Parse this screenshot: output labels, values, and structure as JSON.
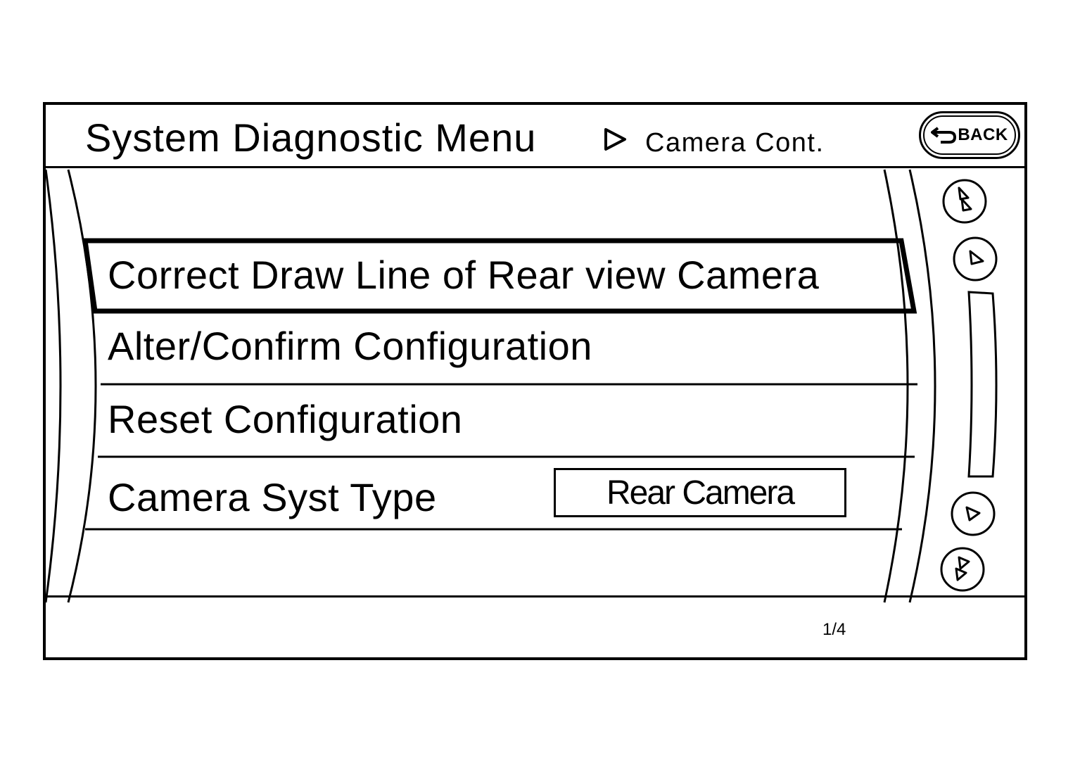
{
  "header": {
    "title": "System Diagnostic Menu",
    "subtitle": "Camera Cont.",
    "back_label": "BACK"
  },
  "menu": {
    "items": [
      {
        "label": "Correct Draw Line of Rear view Camera",
        "selected": true
      },
      {
        "label": "Alter/Confirm Configuration"
      },
      {
        "label": "Reset Configuration"
      },
      {
        "label": "Camera Syst Type",
        "value": "Rear Camera"
      }
    ]
  },
  "footer": {
    "page_indicator": "1/4"
  },
  "icons": {
    "breadcrumb": "triangle-right-icon",
    "back": "back-arrow-icon",
    "page_up": "double-arrow-up-icon",
    "line_up": "arrow-up-icon",
    "line_down": "arrow-down-icon",
    "page_down": "double-arrow-down-icon"
  },
  "colors": {
    "foreground": "#000000",
    "background": "#ffffff"
  }
}
